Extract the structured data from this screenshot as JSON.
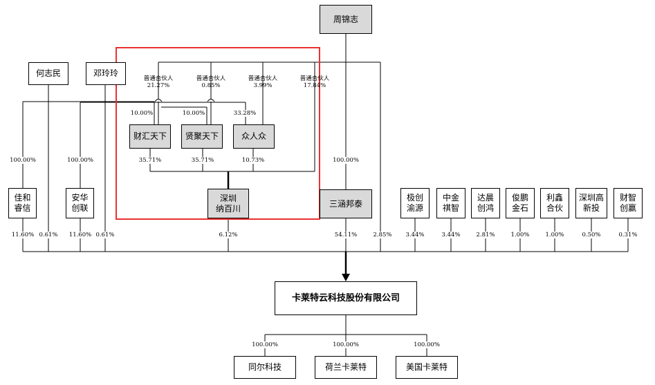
{
  "entities": {
    "zhou": "周锦志",
    "he": "何志民",
    "deng": "邓玲玲",
    "caihui": "财汇天下",
    "xianju": "贤聚天下",
    "zhongren": "众人众",
    "shenzhen_nbc": "深圳\n纳百川",
    "jiahe": "佳和\n睿信",
    "anhua": "安华\n创联",
    "sanhan": "三涵邦泰",
    "jichuang": "极创\n渝源",
    "zhongjin": "中金\n祺智",
    "dachen": "达晨\n创鸿",
    "junpeng": "俊鹏\n金石",
    "lixin": "利鑫\n合伙",
    "szgx": "深圳高\n新投",
    "caizhi": "财智\n创赢",
    "company": "卡莱特云科技股份有限公司",
    "tonger": "同尔科技",
    "helan": "荷兰卡莱特",
    "meiguo": "美国卡莱特"
  },
  "labels": {
    "gp1": "普通合伙人\n21.27%",
    "gp2": "普通合伙人\n0.85%",
    "gp3": "普通合伙人\n3.99%",
    "gp4": "普通合伙人\n17.84%"
  },
  "pct": {
    "he_ch": "10.00%",
    "he_xj": "10.00%",
    "deng_zr": "33.28%",
    "ch_nbc": "35.71%",
    "xj_nbc": "35.71%",
    "zr_nbc": "10.73%",
    "he_jiahe": "100.00%",
    "deng_anhua": "100.00%",
    "zhou_sanhan": "100.00%",
    "jiahe_co": "11.60%",
    "he_co": "0.61%",
    "anhua_co": "11.60%",
    "deng_co": "0.61%",
    "nbc_co": "6.12%",
    "sanhan_co": "54.11%",
    "zhou_co": "2.85%",
    "jichuang_co": "3.44%",
    "zhongjin_co": "3.44%",
    "dachen_co": "2.81%",
    "junpeng_co": "1.00%",
    "lixin_co": "1.00%",
    "szgx_co": "0.50%",
    "caizhi_co": "0.31%",
    "co_tonger": "100.00%",
    "co_helan": "100.00%",
    "co_meiguo": "100.00%"
  },
  "colors": {
    "highlight": "#e8312f",
    "box_fill_grey": "#d9d9d9"
  }
}
